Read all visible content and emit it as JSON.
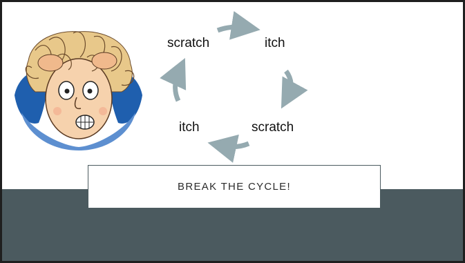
{
  "cycle": {
    "labels": [
      "scratch",
      "itch",
      "scratch",
      "itch"
    ],
    "arrow_color": "#95aab0"
  },
  "caption": {
    "text": "BREAK THE CYCLE!"
  },
  "illustration": {
    "subject": "frantic-scratching-person"
  },
  "colors": {
    "band": "#4b5a5f",
    "background": "#ffffff"
  }
}
